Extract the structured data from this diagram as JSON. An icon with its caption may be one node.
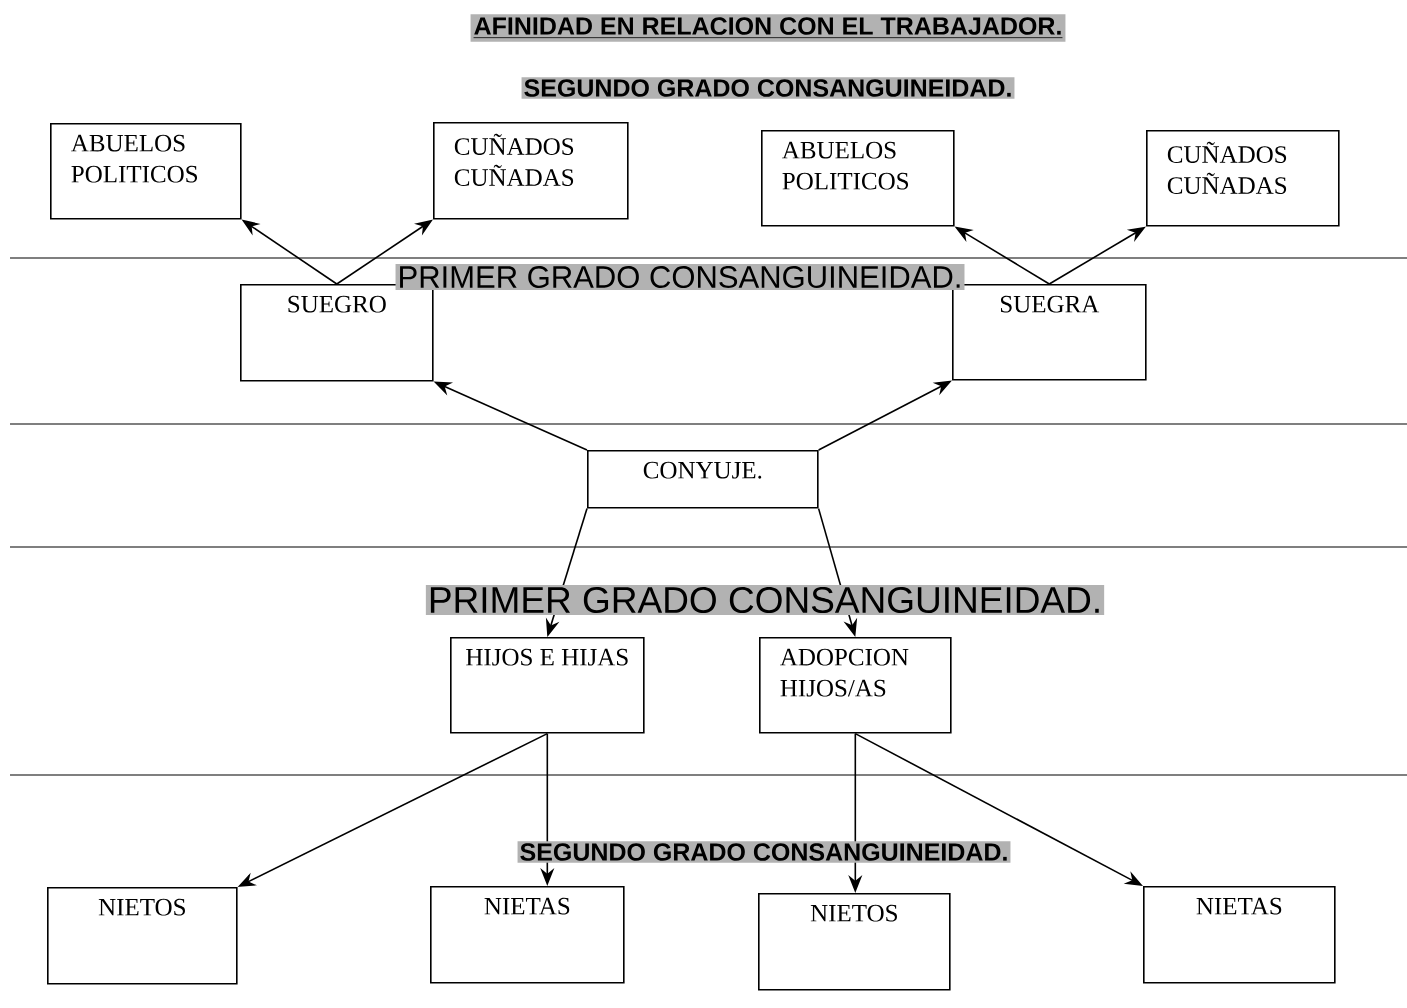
{
  "diagram": {
    "title": "AFINIDAD EN RELACION CON EL TRABAJADOR.",
    "nodes": [
      {
        "text": [
          "ABUELOS POLITICOS"
        ]
      },
      {
        "text": [
          "CUÑADOS CUÑADAS"
        ]
      },
      {
        "text": [
          "ABUELOS POLITICOS"
        ]
      },
      {
        "text": [
          "CUÑADOS CUÑADAS"
        ]
      },
      {
        "text": [
          "SUEGRO"
        ]
      },
      {
        "text": [
          "SUEGRA"
        ]
      },
      {
        "text": [
          "CONYUJE."
        ]
      },
      {
        "text": [
          "HIJOS E HIJAS"
        ]
      },
      {
        "text": [
          "ADOPCION HIJOS/AS"
        ]
      },
      {
        "text": [
          "NIETOS"
        ]
      },
      {
        "text": [
          "NIETAS"
        ]
      },
      {
        "text": [
          "NIETOS"
        ]
      },
      {
        "text": [
          "NIETAS"
        ]
      }
    ],
    "edges": [
      {
        "from": 4,
        "to": 0,
        "arrow": "to"
      },
      {
        "from": 4,
        "to": 1,
        "arrow": "to"
      },
      {
        "from": 5,
        "to": 2,
        "arrow": "to"
      },
      {
        "from": 5,
        "to": 3,
        "arrow": "to"
      },
      {
        "from": 6,
        "to": 4,
        "arrow": "to"
      },
      {
        "from": 6,
        "to": 5,
        "arrow": "to"
      },
      {
        "from": 6,
        "to": 7,
        "arrow": "to"
      },
      {
        "from": 6,
        "to": 8,
        "arrow": "to"
      },
      {
        "from": 7,
        "to": 9,
        "arrow": "to"
      },
      {
        "from": 7,
        "to": 10,
        "arrow": "to"
      },
      {
        "from": 8,
        "to": 11,
        "arrow": "to"
      },
      {
        "from": 8,
        "to": 12,
        "arrow": "to"
      }
    ],
    "labels": [
      "SEGUNDO GRADO CONSANGUINEIDAD.",
      "PRIMER GRADO CONSANGUINEIDAD.",
      "PRIMER GRADO CONSANGUINEIDAD.",
      "SEGUNDO GRADO CONSANGUINEIDAD."
    ]
  }
}
